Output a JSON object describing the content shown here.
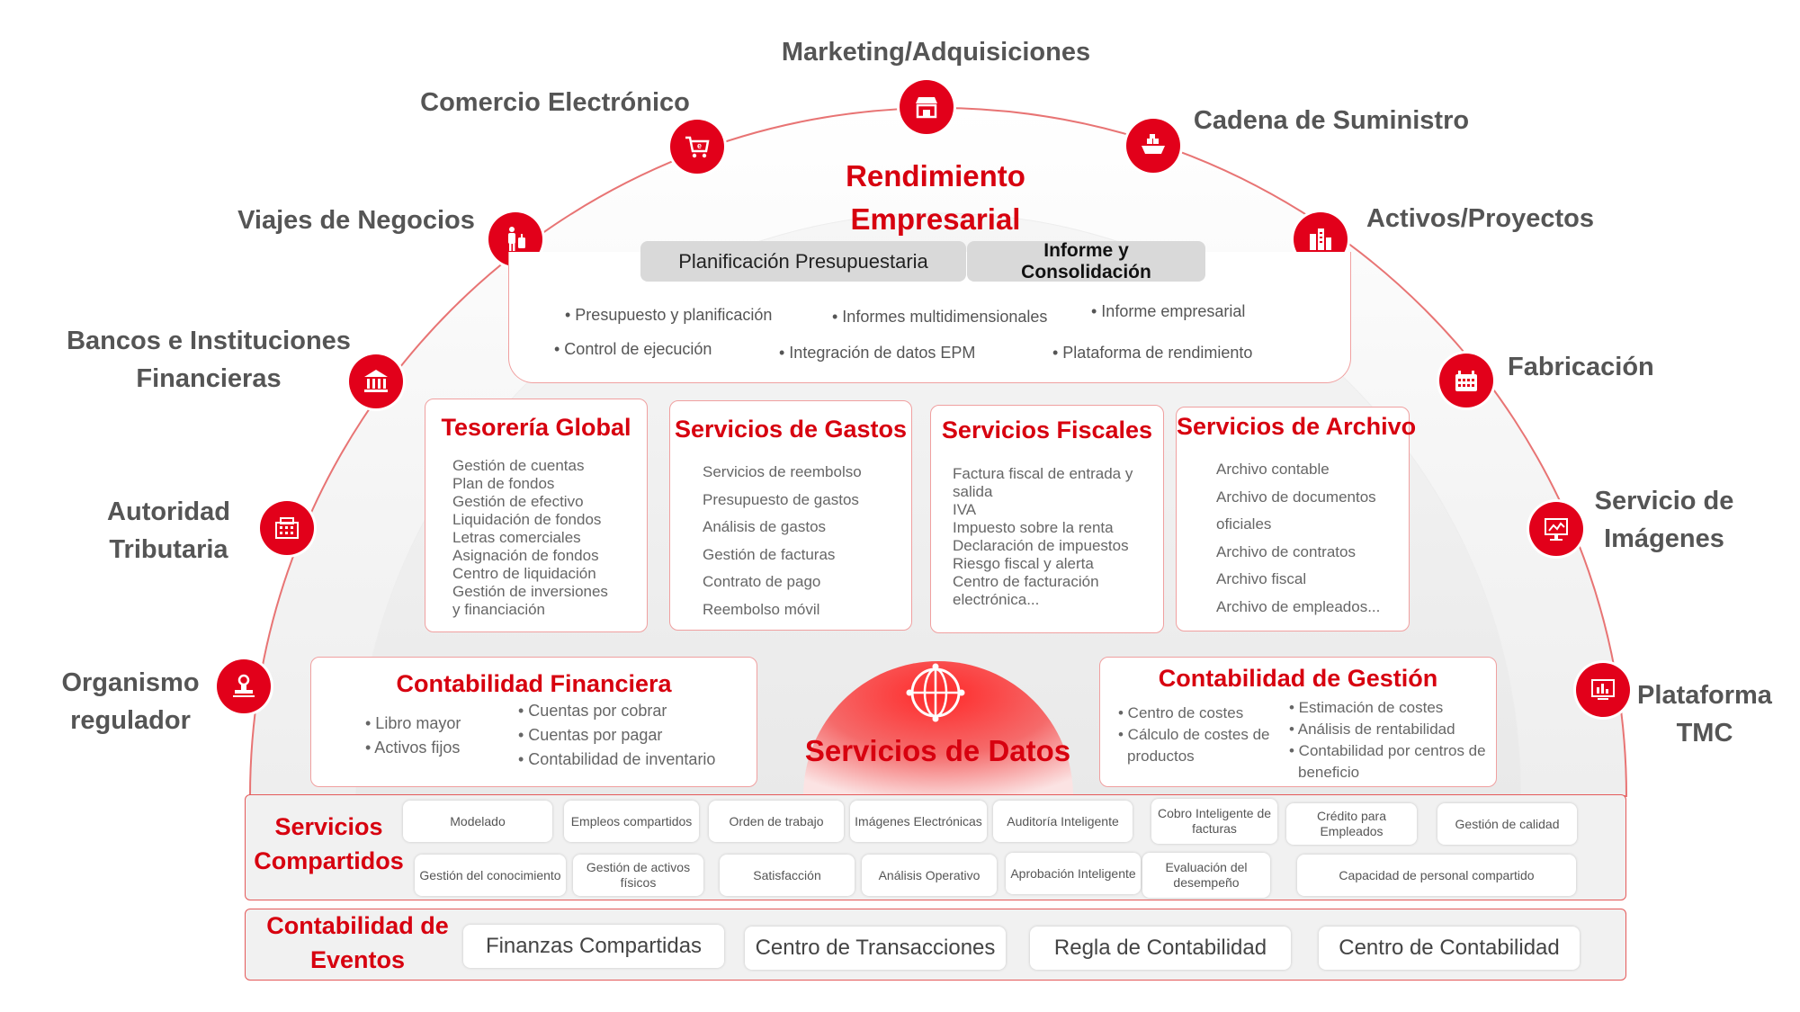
{
  "colors": {
    "accent": "#e2001a",
    "title_red": "#d7000f",
    "border_pink": "#f0a0a0",
    "bg_gray": "#f1f1f1"
  },
  "outer_nodes": [
    {
      "label": "Marketing/Adquisiciones",
      "icon": "storefront-icon"
    },
    {
      "label": "Comercio Electrónico",
      "icon": "shopping-cart-icon"
    },
    {
      "label": "Cadena de Suministro",
      "icon": "cargo-ship-icon"
    },
    {
      "label": "Viajes de Negocios",
      "icon": "traveler-luggage-icon"
    },
    {
      "label": "Activos/Proyectos",
      "icon": "buildings-icon"
    },
    {
      "label": "Bancos e Instituciones",
      "label2": "Financieras",
      "icon": "bank-icon"
    },
    {
      "label": "Fabricación",
      "icon": "factory-icon"
    },
    {
      "label": "Autoridad",
      "label2": "Tributaria",
      "icon": "tax-office-icon"
    },
    {
      "label": "Servicio de",
      "label2": "Imágenes",
      "icon": "image-service-icon"
    },
    {
      "label": "Organismo",
      "label2": "regulador",
      "icon": "stamp-icon"
    },
    {
      "label": "Plataforma",
      "label2": "TMC",
      "icon": "platform-chart-icon"
    }
  ],
  "performance": {
    "title_line1": "Rendimiento",
    "title_line2": "Empresarial",
    "tab1": "Planificación Presupuestaria",
    "tab2_line1": "Informe y",
    "tab2_line2": "Consolidación",
    "bullets": [
      "•   Presupuesto y planificación",
      "• Informes multidimensionales",
      "• Informe empresarial",
      "• Control de ejecución",
      "• Integración de datos EPM",
      "• Plataforma de rendimiento"
    ]
  },
  "services": [
    {
      "title": "Tesorería Global",
      "items": [
        "Gestión de cuentas",
        "Plan de fondos",
        "Gestión de efectivo",
        "Liquidación de fondos",
        "Letras comerciales",
        "Asignación de fondos",
        "Centro de liquidación",
        "Gestión de inversiones",
        "y financiación"
      ]
    },
    {
      "title": "Servicios de Gastos",
      "items": [
        "Servicios de reembolso",
        "Presupuesto de gastos",
        "Análisis de gastos",
        "Gestión de facturas",
        "Contrato de pago",
        "Reembolso móvil"
      ]
    },
    {
      "title": "Servicios Fiscales",
      "items": [
        "Factura fiscal de entrada y",
        "salida",
        "IVA",
        "Impuesto sobre la renta",
        "Declaración de impuestos",
        "Riesgo fiscal y alerta",
        "Centro de facturación",
        "electrónica..."
      ]
    },
    {
      "title": "Servicios de Archivo",
      "items": [
        "Archivo contable",
        "Archivo de documentos",
        "oficiales",
        "Archivo de contratos",
        "Archivo fiscal",
        "Archivo de empleados..."
      ]
    }
  ],
  "financial": {
    "title": "Contabilidad Financiera",
    "left": [
      "• Libro mayor",
      "• Activos fijos"
    ],
    "right": [
      "• Cuentas por cobrar",
      "• Cuentas por pagar",
      "• Contabilidad de inventario"
    ]
  },
  "data_services": {
    "title": "Servicios de Datos",
    "icon": "data-globe-icon"
  },
  "management": {
    "title": "Contabilidad de Gestión",
    "left": [
      "• Centro de costes",
      "• Cálculo de costes de",
      "productos"
    ],
    "right": [
      "• Estimación de costes",
      "• Análisis de rentabilidad",
      "• Contabilidad por centros de",
      "beneficio"
    ]
  },
  "shared": {
    "label_line1": "Servicios",
    "label_line2": "Compartidos",
    "row1": [
      "Modelado",
      "Empleos compartidos",
      "Orden de trabajo",
      "Imágenes Electrónicas",
      "Auditoría Inteligente",
      "Cobro Inteligente de facturas",
      "Crédito para Empleados",
      "Gestión de calidad"
    ],
    "row2": [
      "Gestión del conocimiento",
      "Gestión de activos físicos",
      "Satisfacción",
      "Análisis Operativo",
      "Aprobación Inteligente",
      "Evaluación del desempeño",
      "Capacidad de personal compartido"
    ]
  },
  "events": {
    "label_line1": "Contabilidad de",
    "label_line2": "Eventos",
    "items": [
      "Finanzas Compartidas",
      "Centro de Transacciones",
      "Regla de Contabilidad",
      "Centro de Contabilidad"
    ]
  }
}
